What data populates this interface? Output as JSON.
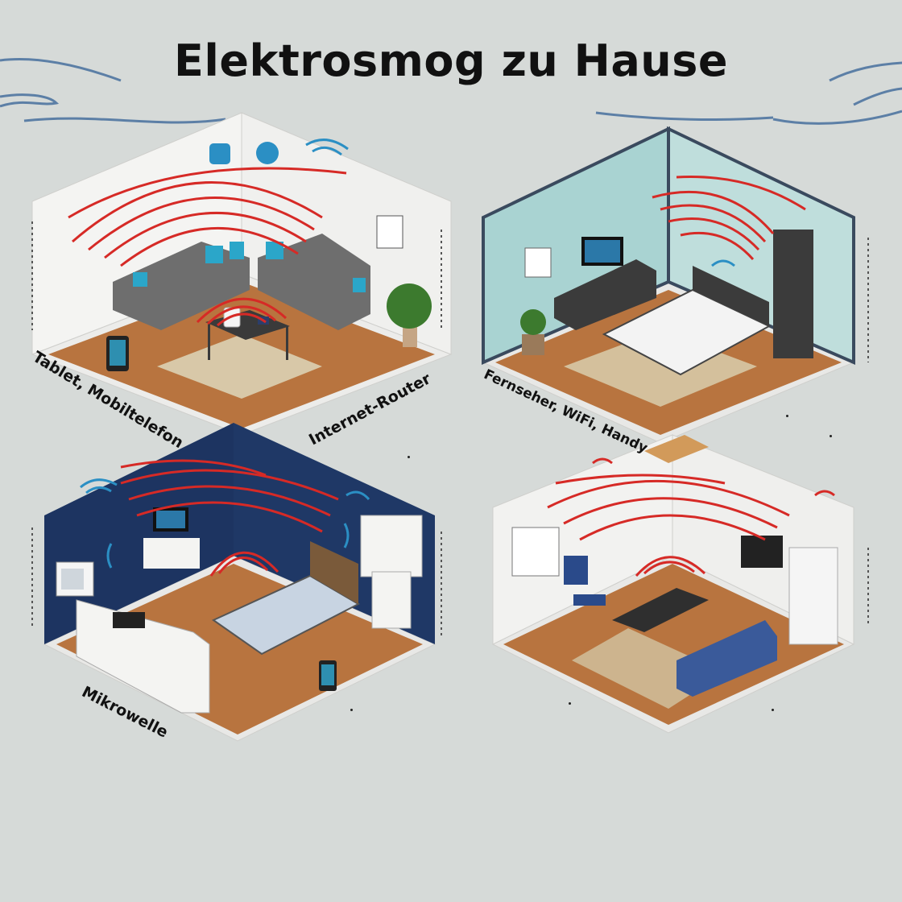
{
  "title": "Elektrosmog zu Hause",
  "labels": {
    "tablet": "Tablet, Mobiltelefon",
    "router": "Internet-Router",
    "tv": "Fernseher, WiFi, Handy",
    "microwave": "Mikrowelle"
  },
  "colors": {
    "background": "#d6dad8",
    "wave": "#d62a26",
    "floor": "#b8743f",
    "navy_wall": "#1d3461",
    "blue_wall": "#a9d3d2",
    "sofa": "#6e6e6e",
    "accent_blue": "#2b8fc4"
  },
  "icons": [
    "wifi-signal-icon",
    "router-icon",
    "tablet-icon",
    "tv-icon",
    "microwave-icon",
    "phone-icon"
  ]
}
